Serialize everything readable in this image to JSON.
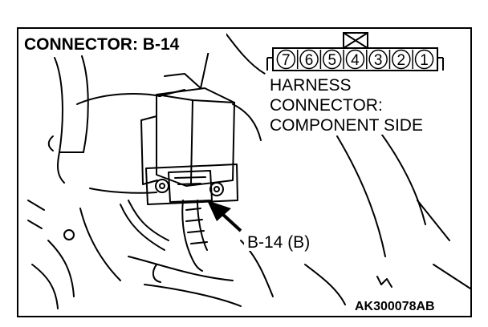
{
  "title": "CONNECTOR: B-14",
  "connector": {
    "pins": [
      "7",
      "6",
      "5",
      "4",
      "3",
      "2",
      "1"
    ]
  },
  "legend": {
    "line1": "HARNESS",
    "line2": "CONNECTOR:",
    "line3": "COMPONENT SIDE"
  },
  "callout": "B-14 (B)",
  "figure_code": "AK300078AB",
  "colors": {
    "line": "#000000",
    "background": "#ffffff"
  }
}
